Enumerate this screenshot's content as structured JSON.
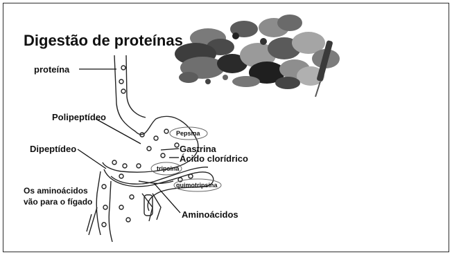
{
  "title": "Digestão de proteínas",
  "labels": {
    "proteina": "proteína",
    "polipeptideo": "Polipeptídeo",
    "dipeptideo": "Dipeptídeo",
    "aminoacidos_figado_line1": "Os aminoácidos",
    "aminoacidos_figado_line2": "vão para o fígado",
    "gastrina": "Gastrina",
    "acido_cloridrico": "Ácido clorídrico",
    "aminoacidos": "Aminoácidos",
    "pepsina": "Pepsina",
    "tripsina": "tripsina",
    "quimotripsina": "quimotripsina"
  }
}
